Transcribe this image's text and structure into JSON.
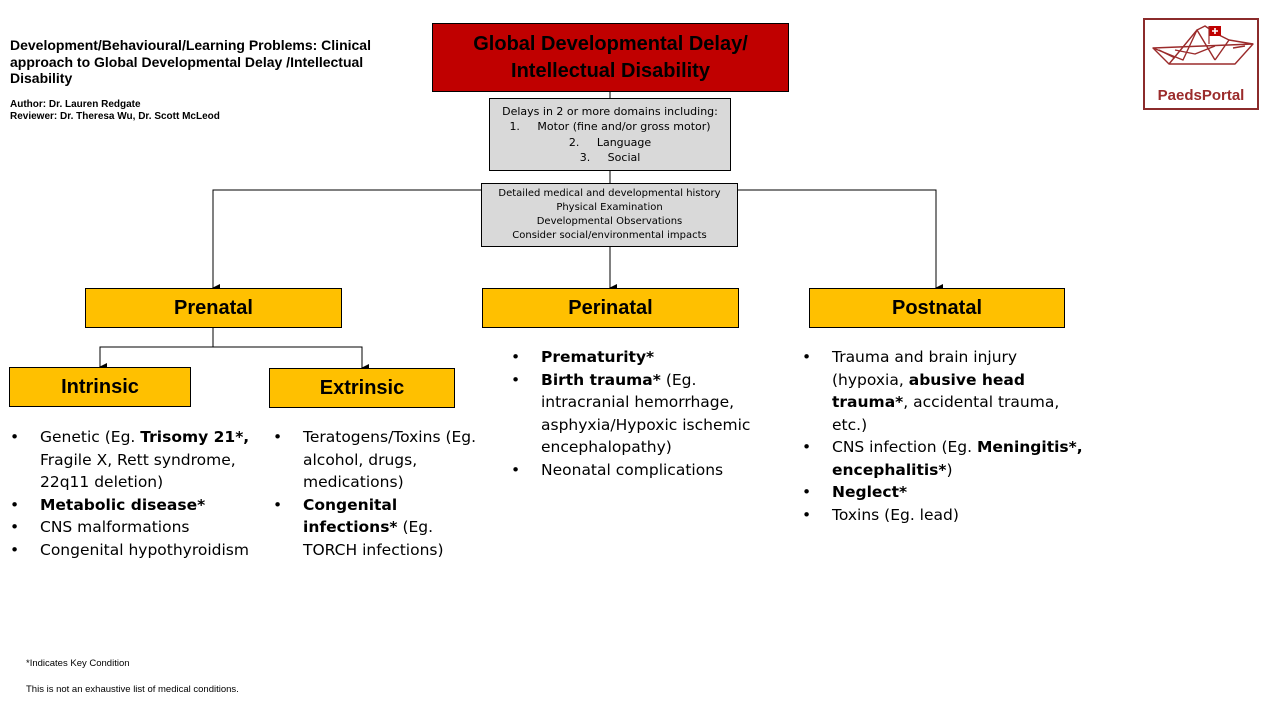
{
  "header": {
    "title": "Development/Behavioural/Learning Problems: Clinical approach to Global Developmental Delay /Intellectual Disability",
    "author": "Author: Dr. Lauren Redgate",
    "reviewer": "Reviewer: Dr. Theresa Wu, Dr. Scott McLeod"
  },
  "logo": {
    "text": "PaedsPortal",
    "icon": "paper-boat-icon"
  },
  "main_box": {
    "line1": "Global Developmental Delay/",
    "line2": "Intellectual Disability"
  },
  "domains_box": {
    "intro": "Delays in 2 or more domains including:",
    "items": [
      "1.     Motor (fine and/or gross motor)",
      "2.     Language",
      "3.     Social"
    ]
  },
  "assessment_box": {
    "lines": [
      "Detailed medical and developmental history",
      "Physical Examination",
      "Developmental Observations",
      "Consider social/environmental impacts"
    ]
  },
  "categories": {
    "prenatal": "Prenatal",
    "perinatal": "Perinatal",
    "postnatal": "Postnatal"
  },
  "prenatal_sub": {
    "intrinsic": "Intrinsic",
    "extrinsic": "Extrinsic"
  },
  "intrinsic_list": {
    "genetic_pre": "Genetic  (Eg. ",
    "genetic_bold": "Trisomy 21*,",
    "genetic_post": " Fragile X, Rett syndrome, 22q11 deletion)",
    "metabolic": "Metabolic disease*",
    "cns": "CNS malformations",
    "hypothyroidism": "Congenital hypothyroidism"
  },
  "extrinsic_list": {
    "teratogens": "Teratogens/Toxins (Eg. alcohol, drugs, medications)",
    "infections_bold": "Congenital infections*",
    "infections_post": " (Eg. TORCH infections)"
  },
  "perinatal_list": {
    "prematurity": "Prematurity*",
    "birth_bold": "Birth trauma*",
    "birth_post": " (Eg. intracranial hemorrhage, asphyxia/Hypoxic ischemic encephalopathy)",
    "neonatal": "Neonatal complications"
  },
  "postnatal_list": {
    "trauma_pre": "Trauma and brain injury (hypoxia, ",
    "trauma_bold": "abusive head trauma*",
    "trauma_post": ", accidental trauma, etc.)",
    "cns_pre": "CNS infection (Eg. ",
    "cns_bold": "Meningitis*, encephalitis*",
    "cns_post": ")",
    "neglect": "Neglect*",
    "toxins": "Toxins (Eg. lead)"
  },
  "footer": {
    "key_note": "*Indicates Key Condition",
    "disclaimer": "This is not an exhaustive list of medical conditions."
  },
  "colors": {
    "main": "#c00000",
    "category": "#ffc000",
    "grey": "#d9d9d9",
    "logo": "#8b2b2b"
  }
}
